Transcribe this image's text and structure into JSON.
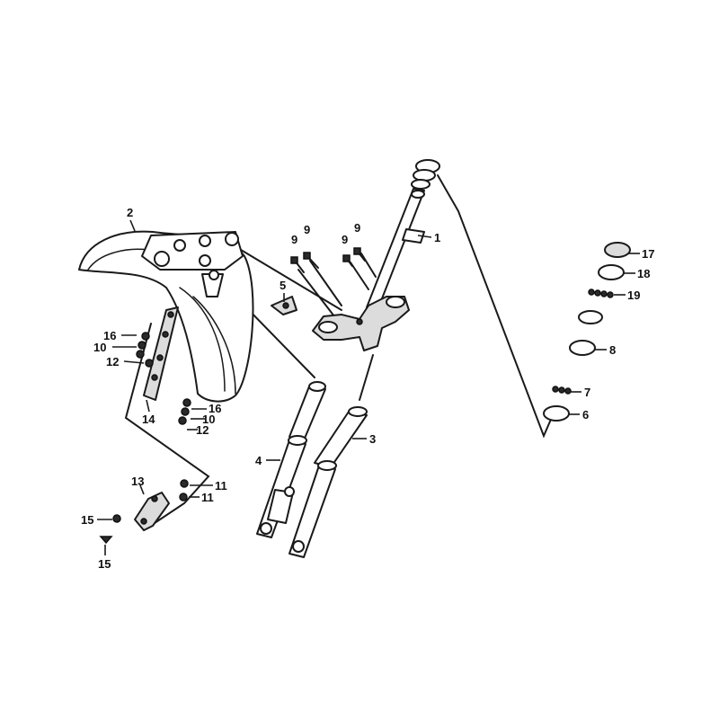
{
  "callouts": {
    "c1": "1",
    "c2": "2",
    "c3": "3",
    "c4": "4",
    "c5": "5",
    "c6": "6",
    "c7": "7",
    "c8": "8",
    "c9a": "9",
    "c9b": "9",
    "c9c": "9",
    "c9d": "9",
    "c10a": "10",
    "c10b": "10",
    "c11a": "11",
    "c11b": "11",
    "c12a": "12",
    "c12b": "12",
    "c13": "13",
    "c14": "14",
    "c15a": "15",
    "c15b": "15",
    "c16a": "16",
    "c16b": "16",
    "c17": "17",
    "c18": "18",
    "c19": "19"
  }
}
